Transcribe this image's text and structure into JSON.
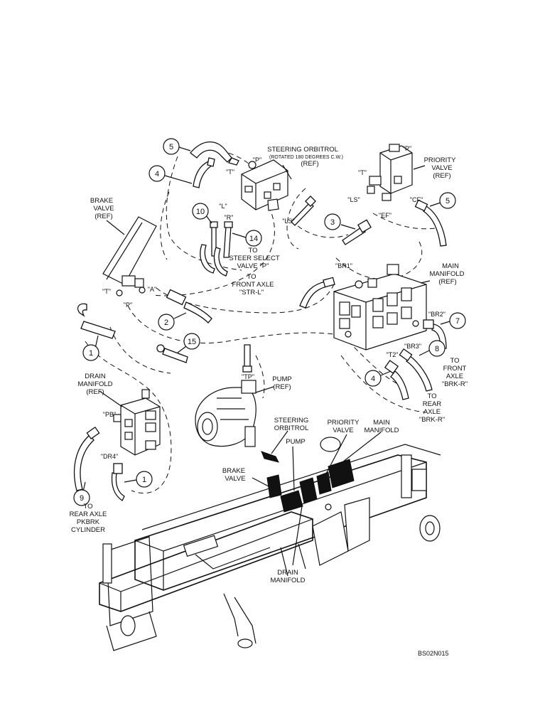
{
  "labels": {
    "steering_orbitrol_title": "STEERING ORBITROL",
    "steering_orbitrol_rotated": "(ROTATED 180 DEGREES C.W.)",
    "steering_orbitrol_ref": "(REF)",
    "priority_valve_l1": "PRIORITY",
    "priority_valve_l2": "VALVE",
    "priority_valve_l3": "(REF)",
    "brake_valve_l1": "BRAKE",
    "brake_valve_l2": "VALVE",
    "brake_valve_l3": "(REF)",
    "main_manifold_l1": "MAIN",
    "main_manifold_l2": "MANIFOLD",
    "main_manifold_l3": "(REF)",
    "steer_select_l1": "TO",
    "steer_select_l2": "STEER SELECT",
    "steer_select_l3": "VALVE \"P\"",
    "front_axle_strl_l1": "TO",
    "front_axle_strl_l2": "FRONT AXLE",
    "front_axle_strl_l3": "\"STR-L\"",
    "front_axle_brkr_l1": "TO",
    "front_axle_brkr_l2": "FRONT",
    "front_axle_brkr_l3": "AXLE",
    "front_axle_brkr_l4": "\"BRK-R\"",
    "rear_axle_brkr_l1": "TO",
    "rear_axle_brkr_l2": "REAR",
    "rear_axle_brkr_l3": "AXLE",
    "rear_axle_brkr_l4": "\"BRK-R\"",
    "drain_manifold_l1": "DRAIN",
    "drain_manifold_l2": "MANIFOLD",
    "drain_manifold_l3": "(REF)",
    "pump_l1": "PUMP",
    "pump_l2": "(REF)",
    "rear_axle_pkbrk_l1": "TO",
    "rear_axle_pkbrk_l2": "REAR AXLE",
    "rear_axle_pkbrk_l3": "PKBRK",
    "rear_axle_pkbrk_l4": "CYLINDER",
    "loc_steering_l1": "STEERING",
    "loc_steering_l2": "ORBITROL",
    "loc_priority_l1": "PRIORITY",
    "loc_priority_l2": "VALVE",
    "loc_main_l1": "MAIN",
    "loc_main_l2": "MANIFOLD",
    "loc_pump": "PUMP",
    "loc_brake_l1": "BRAKE",
    "loc_brake_l2": "VALVE",
    "loc_drain_l1": "DRAIN",
    "loc_drain_l2": "MANIFOLD"
  },
  "ports": {
    "p_orbitrol": "\"P\"",
    "t_orbitrol": "\"T\"",
    "l_orbitrol": "\"L\"",
    "r_orbitrol": "\"R\"",
    "ls_orbitrol": "\"LS\"",
    "p_priority": "\"P\"",
    "t_priority": "\"T\"",
    "ls_priority": "\"LS\"",
    "ef_priority": "\"EF\"",
    "cf_priority": "\"CF\"",
    "br1": "\"BR1\"",
    "br2": "\"BR2\"",
    "br3": "\"BR3\"",
    "t2": "\"T2\"",
    "t_brake": "\"T\"",
    "a_brake": "\"A\"",
    "p_brake": "\"P\"",
    "tp_pump": "\"TP\"",
    "pb_drain": "\"PB\"",
    "dr4_drain": "\"DR4\""
  },
  "callouts": [
    "5",
    "4",
    "10",
    "14",
    "3",
    "5",
    "2",
    "1",
    "15",
    "7",
    "8",
    "4",
    "9",
    "1"
  ],
  "figure_code": "BS02N015"
}
